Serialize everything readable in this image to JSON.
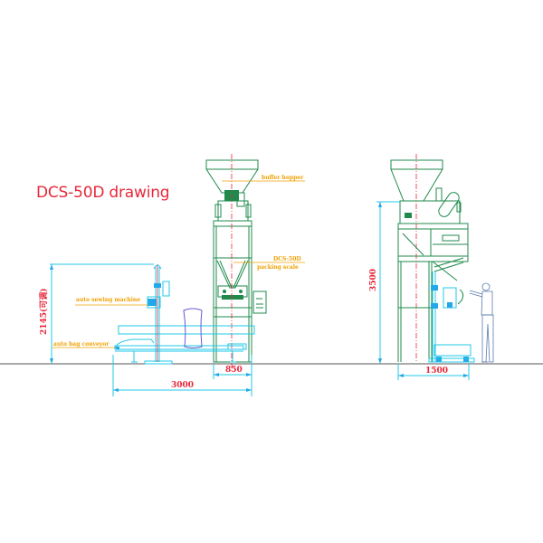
{
  "title": "DCS-50D drawing",
  "labels": {
    "buffer_hopper": "buffer hopper",
    "packing_scale_model": "DCS-50D",
    "packing_scale": "packing scale",
    "auto_sewing_machine": "auto sewing machine",
    "auto_bag_conveyor": "auto bag conveyor"
  },
  "dimensions": {
    "height_left": "2145(可调)",
    "total_length": "3000",
    "scale_width": "850",
    "height_right": "3500",
    "side_width": "1500"
  },
  "colors": {
    "title": "#e8283a",
    "machine_frame": "#1f8a4c",
    "dimension_lines": "#22c8e8",
    "dimension_text": "#e8283a",
    "label_text": "#f0a000",
    "centerline": "#e8283a"
  },
  "views": [
    {
      "name": "front view",
      "components": [
        "buffer hopper",
        "DCS-50D packing scale",
        "auto sewing machine",
        "auto bag conveyor",
        "bag"
      ]
    },
    {
      "name": "side view",
      "components": [
        "buffer hopper",
        "packing scale frame",
        "bag clamp",
        "conveyor",
        "operator"
      ]
    }
  ]
}
